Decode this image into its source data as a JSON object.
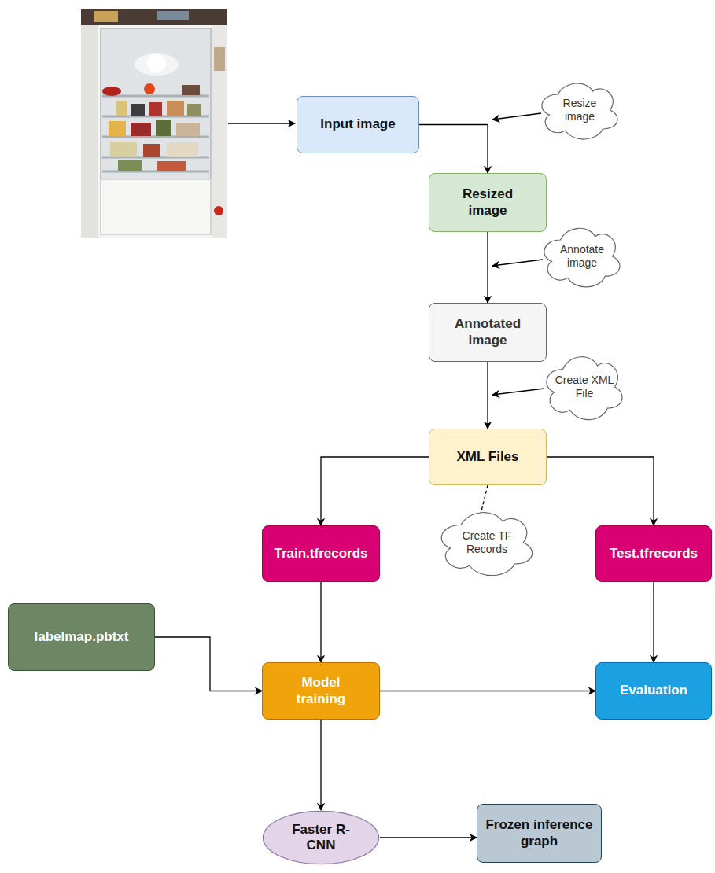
{
  "diagram": {
    "nodes": [
      {
        "text": [
          "Input image"
        ]
      },
      {
        "text": [
          "Resize image"
        ]
      },
      {
        "text": [
          "Resized image"
        ]
      },
      {
        "text": [
          "Annotate image"
        ]
      },
      {
        "text": [
          "Annotated image"
        ]
      },
      {
        "text": [
          "Create XML File"
        ]
      },
      {
        "text": [
          "XML Files"
        ]
      },
      {
        "text": [
          "Train.tfrecords"
        ]
      },
      {
        "text": [
          "Create TF Records"
        ]
      },
      {
        "text": [
          "Test.tfrecords"
        ]
      },
      {
        "text": [
          "labelmap.pbtxt"
        ]
      },
      {
        "text": [
          "Model training"
        ]
      },
      {
        "text": [
          "Evaluation"
        ]
      },
      {
        "text": [
          "Faster R-CNN"
        ]
      },
      {
        "text": [
          "Frozen inference graph"
        ]
      }
    ],
    "edges": [
      {
        "from": 0,
        "to": 2,
        "arrow": "to"
      },
      {
        "from": 2,
        "to": 4,
        "arrow": "to"
      },
      {
        "from": 4,
        "to": 6,
        "arrow": "to"
      },
      {
        "from": 6,
        "to": 7,
        "arrow": "to"
      },
      {
        "from": 6,
        "to": 9,
        "arrow": "to"
      },
      {
        "from": 6,
        "to": 8,
        "arrow": "none"
      },
      {
        "from": 7,
        "to": 11,
        "arrow": "to"
      },
      {
        "from": 9,
        "to": 12,
        "arrow": "to"
      },
      {
        "from": 10,
        "to": 11,
        "arrow": "to"
      },
      {
        "from": 11,
        "to": 12,
        "arrow": "to"
      },
      {
        "from": 11,
        "to": 13,
        "arrow": "to"
      },
      {
        "from": 13,
        "to": 14,
        "arrow": "to"
      }
    ]
  }
}
